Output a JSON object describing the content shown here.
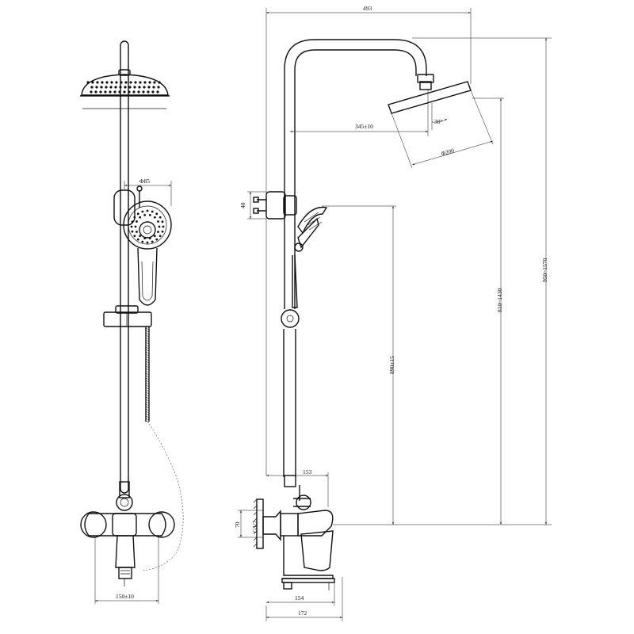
{
  "dimensions": {
    "total_width": "493",
    "arm_offset": "345±10",
    "head_angle": "30°",
    "head_diameter": "Φ200",
    "hand_shower_diameter": "Φ85",
    "bracket_width": "40",
    "hand_shower_height": "890±15",
    "adjust_range_head": "810~1430",
    "overall_height": "950~1570",
    "mixer_depth": "153",
    "inlet_height": "70",
    "thread": "G1/2",
    "spout_depth": "154",
    "base_depth": "172",
    "center_distance": "150±10"
  }
}
